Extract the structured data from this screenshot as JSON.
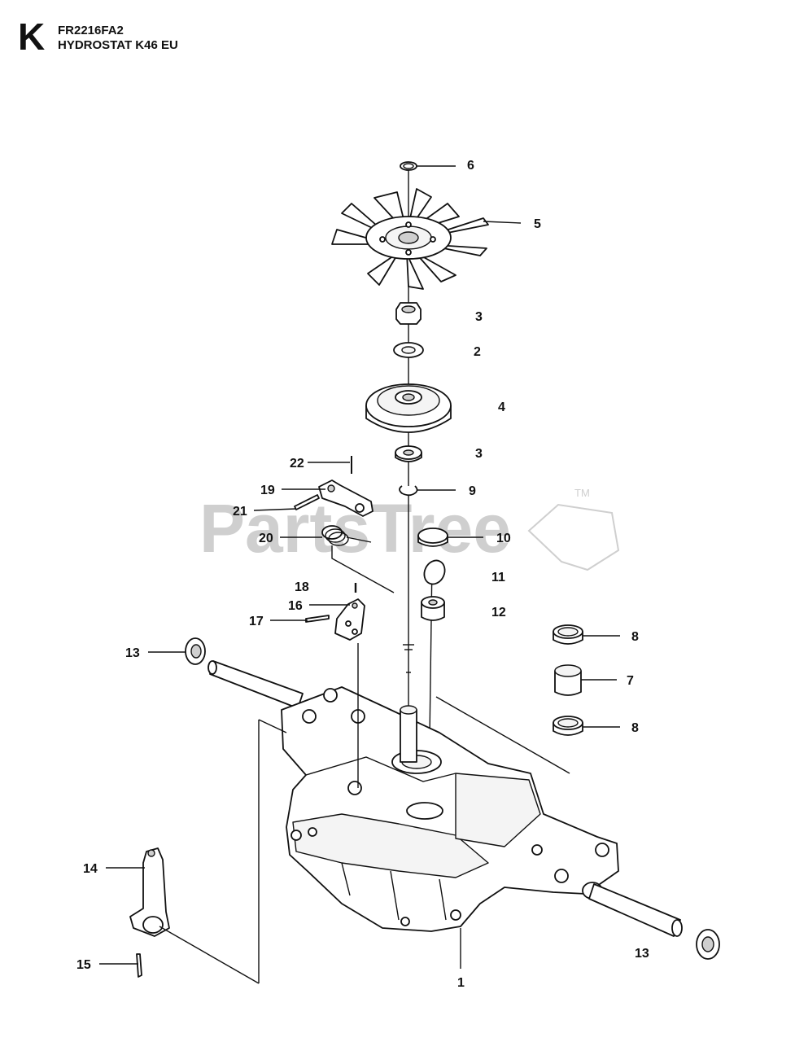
{
  "header": {
    "letter": "K",
    "code": "FR2216FA2",
    "title": "HYDROSTAT K46 EU"
  },
  "watermark": {
    "text": "PartsTree",
    "tm": "TM"
  },
  "callouts": [
    {
      "num": "6"
    },
    {
      "num": "5"
    },
    {
      "num": "3"
    },
    {
      "num": "2"
    },
    {
      "num": "4"
    },
    {
      "num": "3"
    },
    {
      "num": "22"
    },
    {
      "num": "19"
    },
    {
      "num": "9"
    },
    {
      "num": "21"
    },
    {
      "num": "20"
    },
    {
      "num": "10"
    },
    {
      "num": "11"
    },
    {
      "num": "18"
    },
    {
      "num": "16"
    },
    {
      "num": "12"
    },
    {
      "num": "17"
    },
    {
      "num": "8"
    },
    {
      "num": "13"
    },
    {
      "num": "7"
    },
    {
      "num": "8"
    },
    {
      "num": "14"
    },
    {
      "num": "13"
    },
    {
      "num": "15"
    },
    {
      "num": "1"
    }
  ]
}
